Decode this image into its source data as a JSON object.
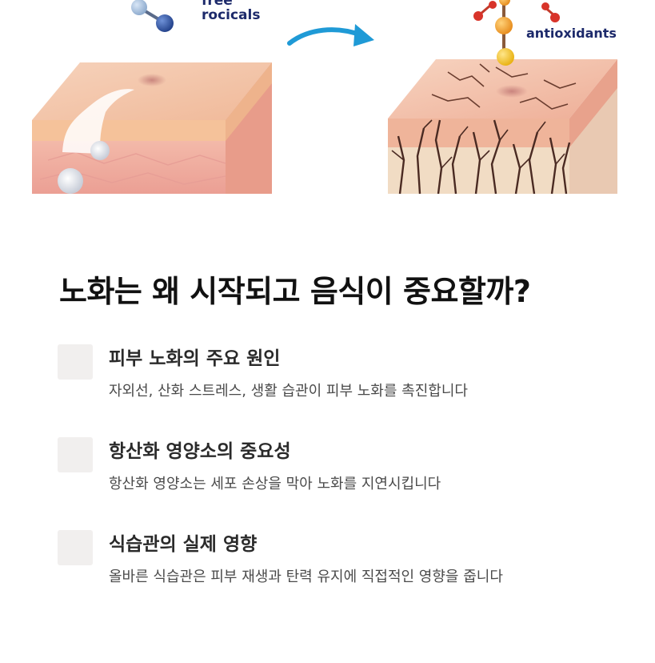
{
  "illustration": {
    "left_label_line1": "free",
    "left_label_line2": "rocicals",
    "right_label": "antioxidants",
    "colors": {
      "molecule_blue": "#2f56a8",
      "antioxidant_orange": "#f0a030",
      "antioxidant_red": "#d8342a",
      "arrow_blue": "#1f9ad6",
      "skin_top": "#f3c2a6",
      "skin_dermis": "#f1b3a6"
    }
  },
  "page_title": "노화는 왜 시작되고 음식이 중요할까?",
  "features": [
    {
      "icon": "placeholder-square-icon",
      "title": "피부 노화의 주요 원인",
      "description": "자외선, 산화 스트레스, 생활 습관이 피부 노화를 촉진합니다"
    },
    {
      "icon": "placeholder-square-icon",
      "title": "항산화 영양소의 중요성",
      "description": "항산화 영양소는 세포 손상을 막아 노화를 지연시킵니다"
    },
    {
      "icon": "placeholder-square-icon",
      "title": "식습관의 실제 영향",
      "description": "올바른 식습관은 피부 재생과 탄력 유지에 직접적인 영향을 줍니다"
    }
  ]
}
